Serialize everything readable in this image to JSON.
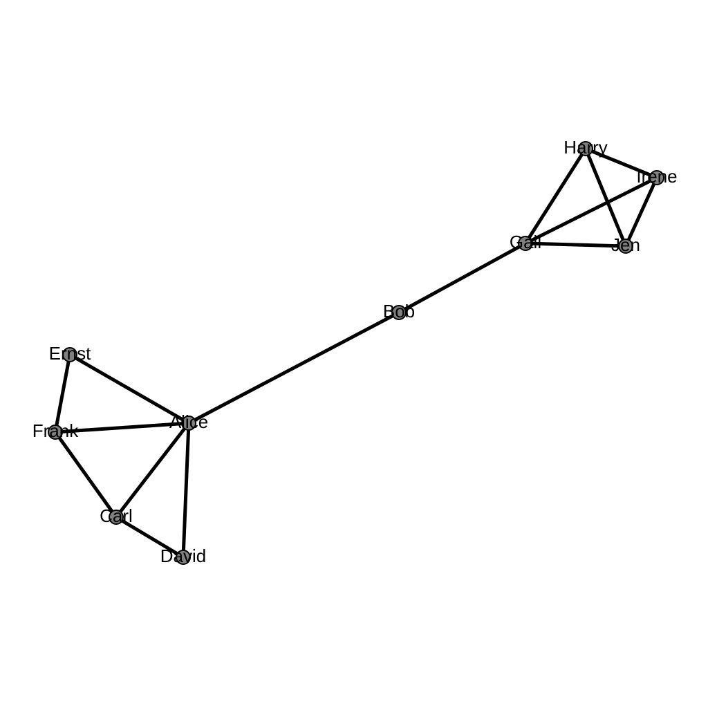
{
  "graph": {
    "nodes": [
      {
        "id": "alice",
        "label": "Alice"
      },
      {
        "id": "bob",
        "label": "Bob"
      },
      {
        "id": "carl",
        "label": "Carl"
      },
      {
        "id": "david",
        "label": "David"
      },
      {
        "id": "ernst",
        "label": "Ernst"
      },
      {
        "id": "frank",
        "label": "Frank"
      },
      {
        "id": "gail",
        "label": "Gail"
      },
      {
        "id": "harry",
        "label": "Harry"
      },
      {
        "id": "irene",
        "label": "Irene"
      },
      {
        "id": "jen",
        "label": "Jen"
      }
    ],
    "edges": [
      [
        "alice",
        "bob"
      ],
      [
        "alice",
        "carl"
      ],
      [
        "alice",
        "david"
      ],
      [
        "alice",
        "ernst"
      ],
      [
        "alice",
        "frank"
      ],
      [
        "bob",
        "gail"
      ],
      [
        "carl",
        "david"
      ],
      [
        "carl",
        "frank"
      ],
      [
        "ernst",
        "frank"
      ],
      [
        "gail",
        "harry"
      ],
      [
        "gail",
        "irene"
      ],
      [
        "gail",
        "jen"
      ],
      [
        "harry",
        "irene"
      ],
      [
        "harry",
        "jen"
      ],
      [
        "irene",
        "jen"
      ]
    ]
  },
  "style": {
    "edge_color": "#000000",
    "node_fill": "#808080",
    "node_stroke": "#000000",
    "label_color": "#000000"
  }
}
